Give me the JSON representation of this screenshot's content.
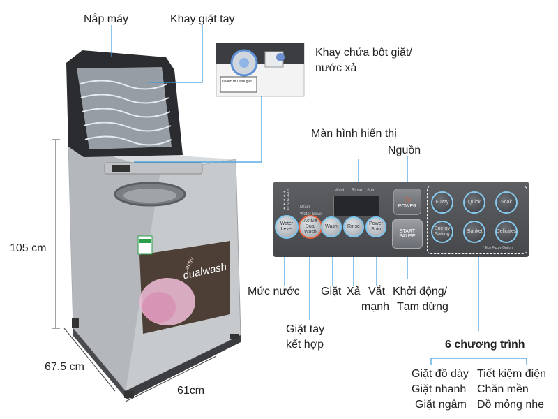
{
  "labels": {
    "lid": "Nắp máy",
    "hand_tray": "Khay giặt tay",
    "detergent_tray_1": "Khay chứa bột giặt/",
    "detergent_tray_2": "nước xả",
    "display": "Màn hình hiển thị",
    "power": "Nguồn",
    "water_level": "Mức nước",
    "wash": "Giặt",
    "rinse": "Xả",
    "spin_1": "Vắt",
    "spin_2": "mạnh",
    "start_1": "Khởi động/",
    "start_2": "Tạm dừng",
    "active_1": "Giặt tay",
    "active_2": "kết hợp",
    "programs_title": "6 chương trình",
    "prog_left": [
      "Giặt đồ dày",
      "Giặt nhanh",
      "Giặt ngâm"
    ],
    "prog_right": [
      "Tiết kiệm điện",
      "Chăn mền",
      "Đồ mỏng nhẹ"
    ],
    "height": "105 cm",
    "depth": "67.5 cm",
    "width": "61cm"
  },
  "panel": {
    "water_level_btn": "Water Level",
    "active_btn": "Active Dual Wash",
    "wash_btn": "Wash",
    "rinse_btn": "Rinse",
    "spin_btn": "Power Spin",
    "power_btn": "POWER",
    "start_btn": "START PAUSE",
    "mode_wash": "Wash",
    "mode_rinse": "Rinse",
    "mode_spin": "Spin",
    "drain": "Drain",
    "water_save": "Water Save",
    "programs": [
      "Fuzzy",
      "Quick",
      "Soak",
      "Energy Saving",
      "Blanket",
      "Delicates"
    ],
    "eco_note": "* Eco Fuzzy Option"
  },
  "machine": {
    "brand_1": "activ",
    "brand_2": "dualwash",
    "tray_sticker": "Doanh thu lưới giặt"
  },
  "colors": {
    "body": "#c7cacd",
    "panel": "#505256",
    "callout_line": "#3d9be0",
    "dimension_line": "#444444",
    "accent_blue": "#7ec7f0"
  }
}
